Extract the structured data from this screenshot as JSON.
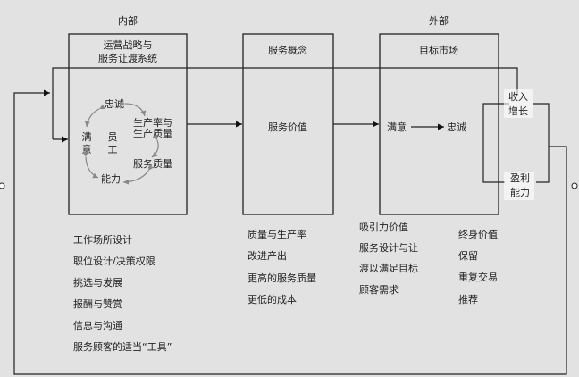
{
  "sections": {
    "internal": "内部",
    "external": "外部"
  },
  "box1": {
    "title_line1": "运营战略与",
    "title_line2": "服务让渡系统",
    "employee_line1": "员",
    "employee_line2": "工",
    "cycle": {
      "loyalty": "忠诚",
      "productivity_line1": "生产率与",
      "productivity_line2": "生产质量",
      "service_quality": "服务质量",
      "capability": "能力",
      "satisfaction_line1": "满",
      "satisfaction_line2": "意"
    }
  },
  "box2": {
    "title": "服务概念",
    "body": "服务价值"
  },
  "box3": {
    "title": "目标市场",
    "satisfaction": "满意",
    "loyalty": "忠诚"
  },
  "outcomes": {
    "revenue_line1": "收入",
    "revenue_line2": "增长",
    "profit_line1": "盈利",
    "profit_line2": "能力"
  },
  "lists": {
    "internal": [
      "工作场所设计",
      "职位设计/决策权限",
      "挑选与发展",
      "报酬与赞赏",
      "信息与沟通",
      "服务顾客的适当“工具”"
    ],
    "service": [
      "质量与生产率",
      "改进产出",
      "更高的服务质量",
      "更低的成本"
    ],
    "market": [
      "吸引力价值",
      "服务设计与让",
      "渡以满足目标",
      "顾客需求"
    ],
    "customer": [
      "终身价值",
      "保留",
      "重复交易",
      "推荐"
    ]
  }
}
